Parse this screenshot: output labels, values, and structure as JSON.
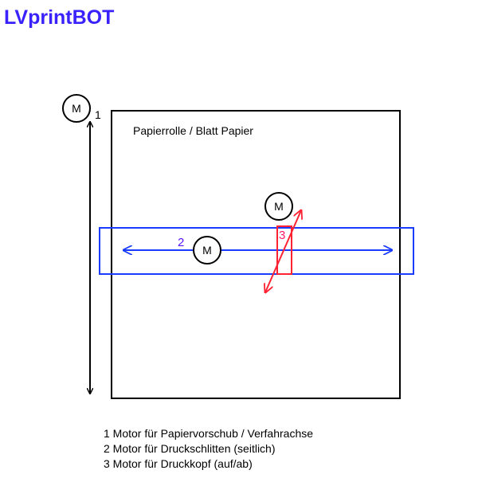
{
  "title": "LVprintBOT",
  "paper_label": "Papierrolle / Blatt Papier",
  "motor_symbol": "M",
  "axis_labels": {
    "one": "1",
    "two": "2",
    "three": "3"
  },
  "legend": [
    "1 Motor für Papiervorschub / Verfahrachse",
    "2 Motor für Druckschlitten (seitlich)",
    "3 Motor für Druckkopf (auf/ab)"
  ],
  "colors": {
    "title": "#3a22ff",
    "carriage": "#1a3cff",
    "label2": "#5a16ff",
    "head": "#ff2233",
    "label3": "#ff1a66"
  }
}
